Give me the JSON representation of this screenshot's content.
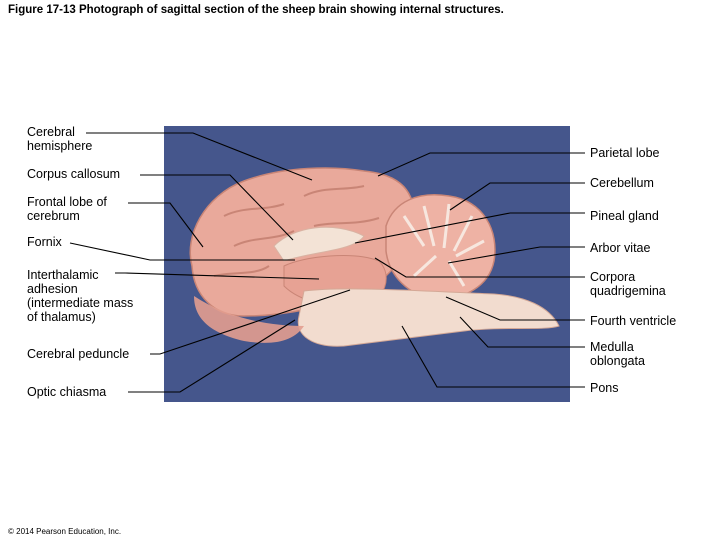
{
  "title": "Figure 17-13 Photograph of sagittal section of the sheep brain showing internal structures.",
  "labels": {
    "cerebral_hemisphere": "Cerebral\nhemisphere",
    "corpus_callosum": "Corpus callosum",
    "frontal_lobe": "Frontal lobe of\ncerebrum",
    "fornix": "Fornix",
    "interthalamic": "Interthalamic\nadhesion\n(intermediate mass\nof thalamus)",
    "cerebral_peduncle": "Cerebral peduncle",
    "optic_chiasma": "Optic chiasma",
    "parietal_lobe": "Parietal lobe",
    "cerebellum": "Cerebellum",
    "pineal_gland": "Pineal gland",
    "arbor_vitae": "Arbor vitae",
    "corpora_quadrigemina": "Corpora\nquadrigemina",
    "fourth_ventricle": "Fourth ventricle",
    "medulla_oblongata": "Medulla\noblongata",
    "pons": "Pons"
  },
  "copyright": "© 2014 Pearson Education, Inc.",
  "colors": {
    "background_cloth": "#4a5a92",
    "tissue": "#e8a89a",
    "white_matter": "#f3e6dc"
  }
}
